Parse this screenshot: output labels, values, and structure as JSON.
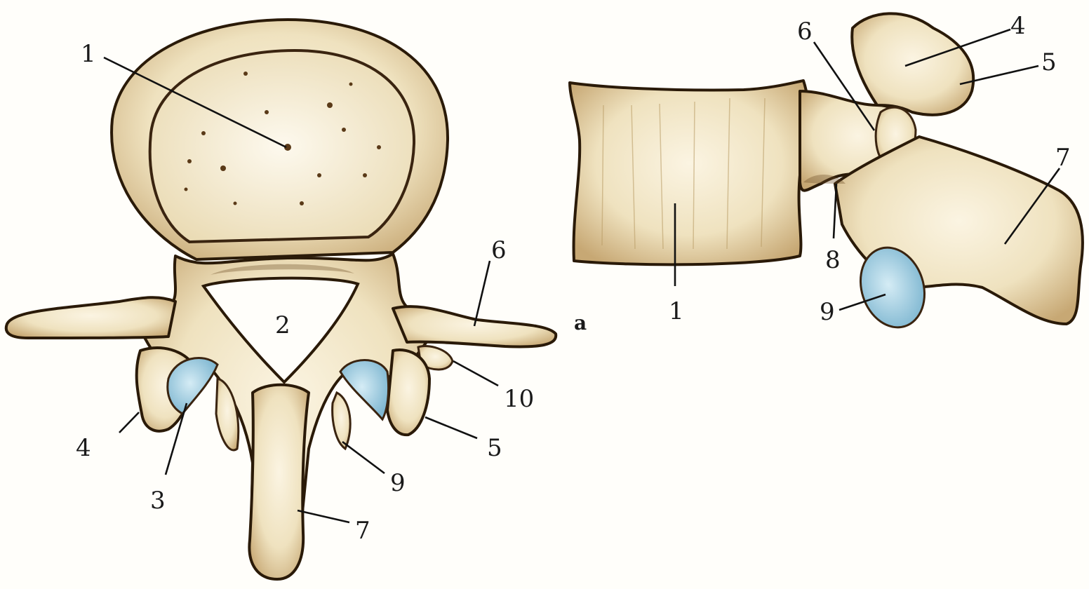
{
  "figure": {
    "panel_letter": "a",
    "superior_view_labels": [
      "1",
      "2",
      "3",
      "4",
      "5",
      "6",
      "7",
      "9",
      "10"
    ],
    "lateral_view_labels": [
      "1",
      "4",
      "5",
      "6",
      "7",
      "8",
      "9"
    ]
  },
  "colors": {
    "bone": "#efe2bf",
    "bone_shadow": "#b89b64",
    "outline": "#2a1a08",
    "cartilage": "#a9d3e6",
    "background": "#fffefa"
  }
}
